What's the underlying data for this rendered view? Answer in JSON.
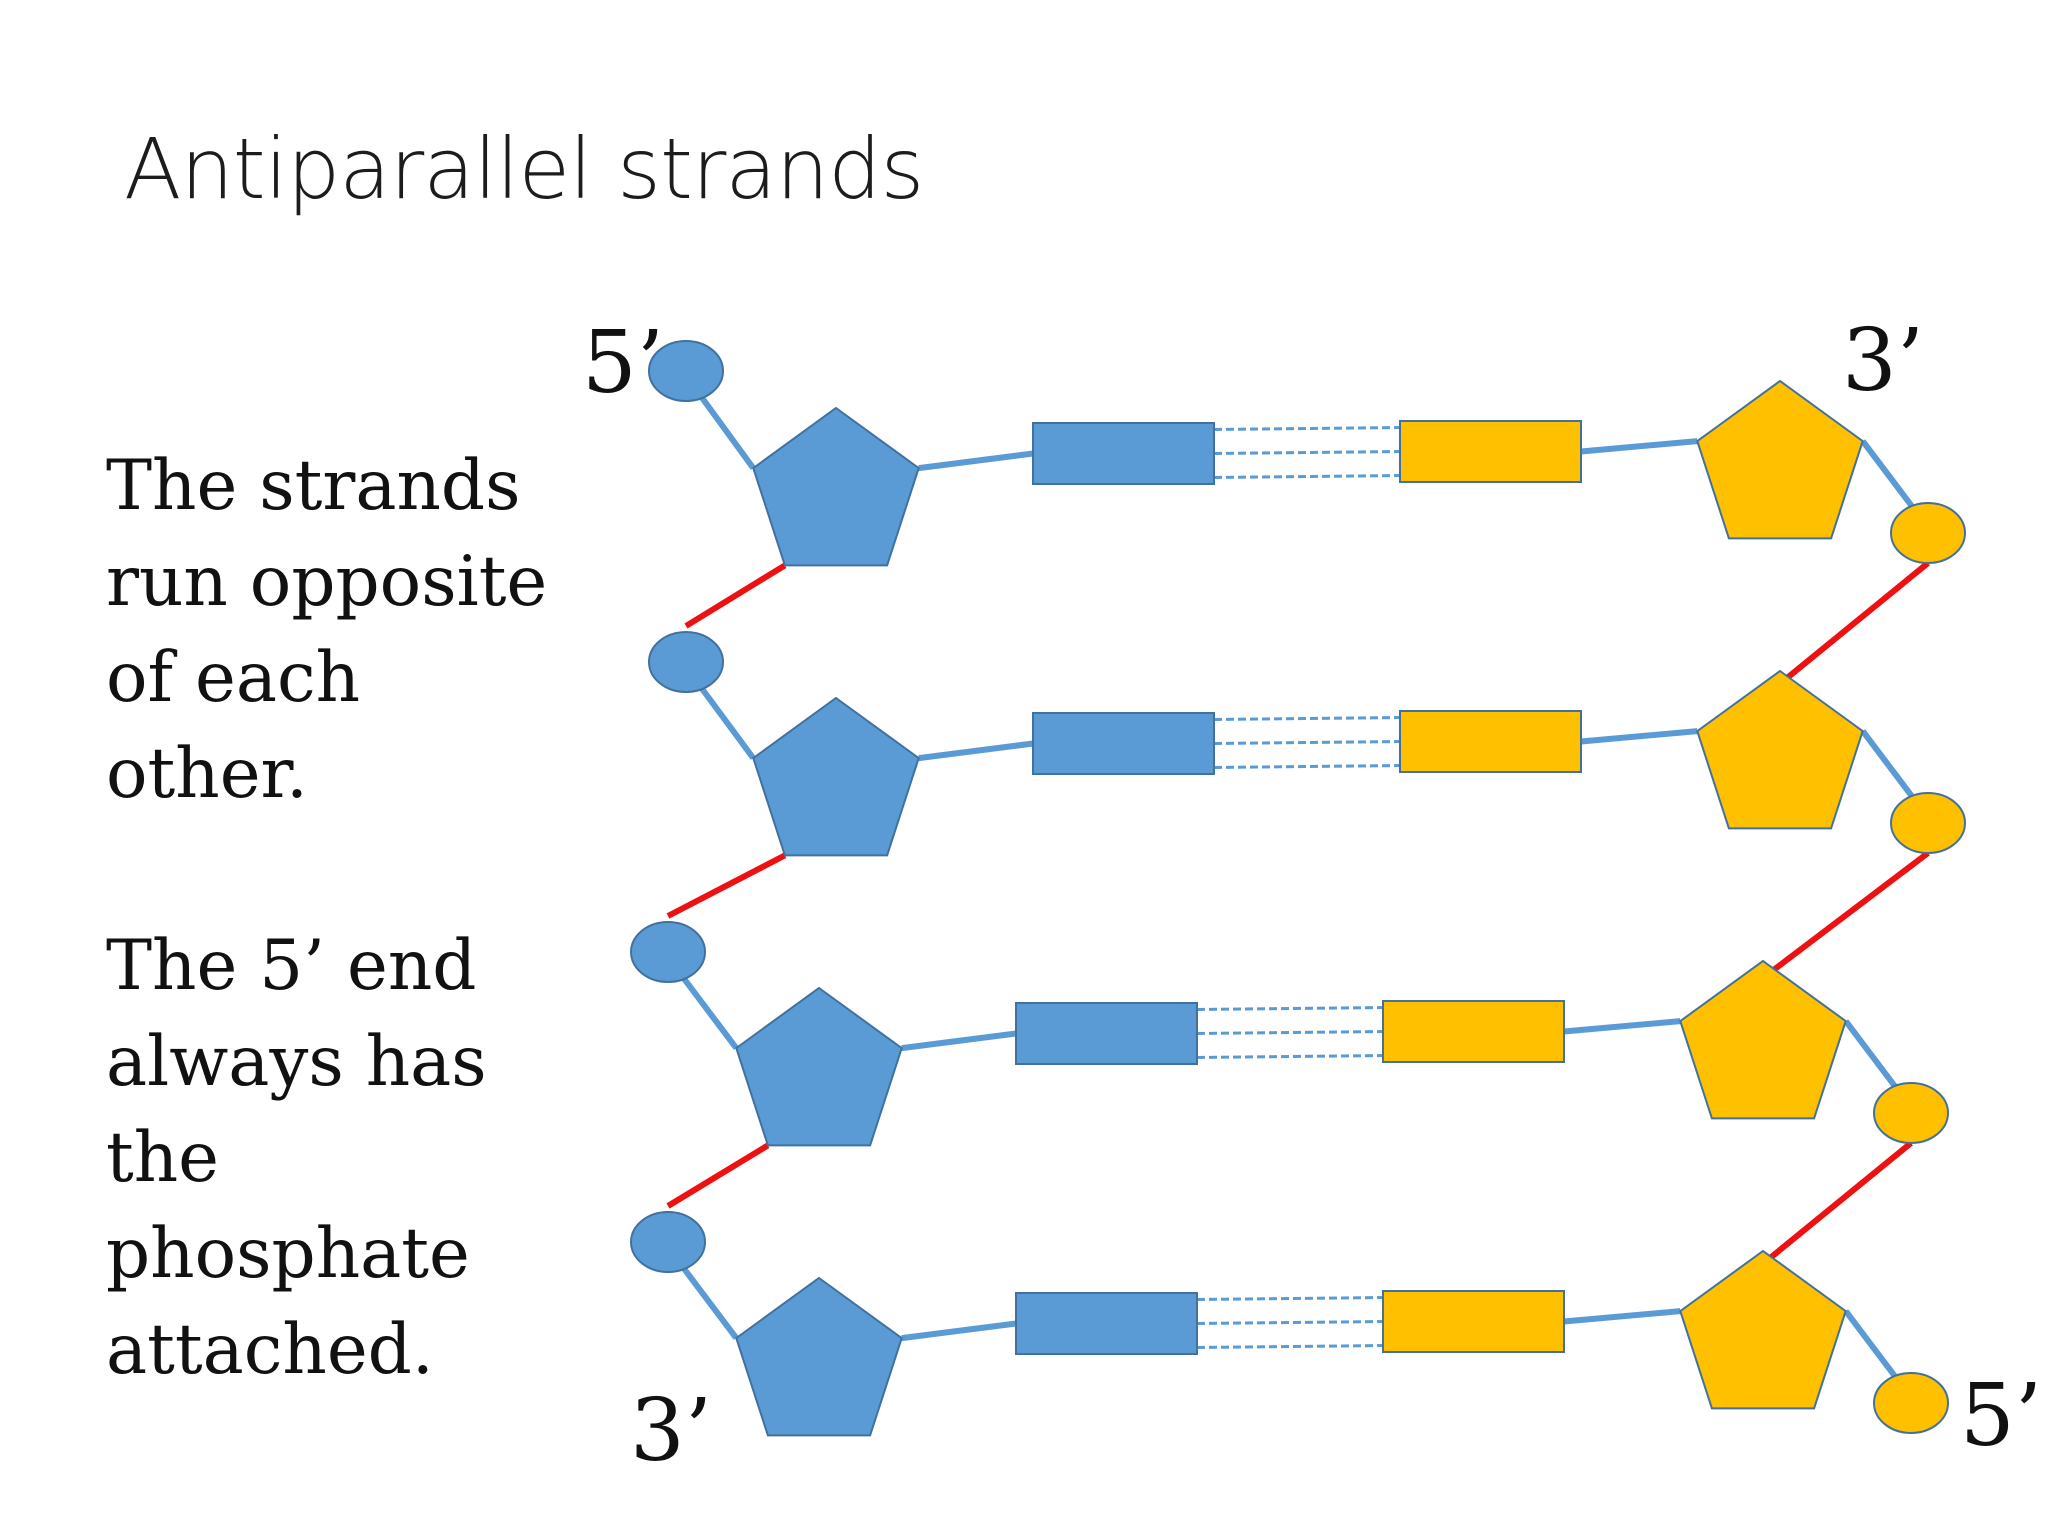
{
  "title": "Antiparallel strands",
  "paragraphs": [
    {
      "lines": [
        "The strands",
        "run opposite",
        "of  each",
        "other."
      ]
    },
    {
      "lines": [
        "The 5’ end",
        "always has",
        "the",
        "phosphate",
        "attached."
      ]
    }
  ],
  "end_labels": {
    "left_top": "5’",
    "right_top": "3’",
    "left_bottom": "3’",
    "right_bottom": "5’"
  },
  "colors": {
    "left_strand": "#5b9bd5",
    "right_strand": "#ffc000",
    "backbone_bond": "#ee1111",
    "outline": "#41719c",
    "hydrogen_bond": "#5b9bd5"
  },
  "nucleotide_pairs": 4
}
